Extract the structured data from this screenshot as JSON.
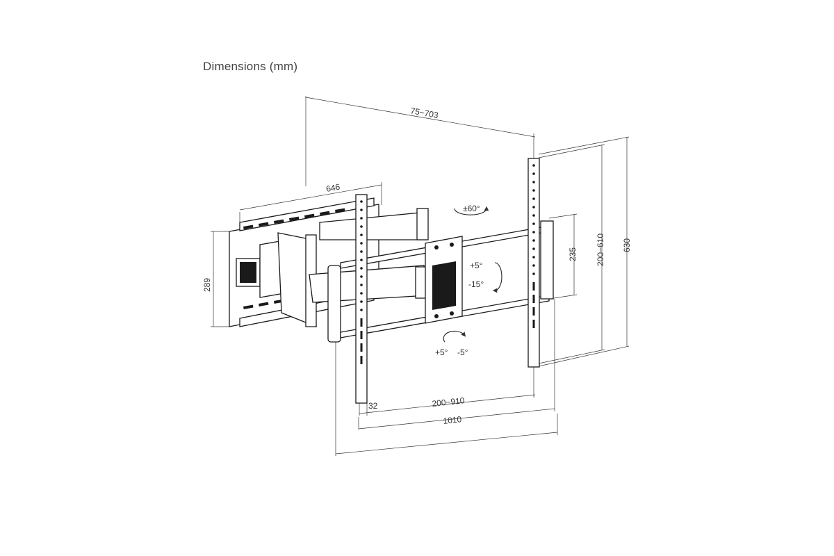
{
  "title": "Dimensions (mm)",
  "dimensions": {
    "arm_extension": "75~703",
    "wall_plate_width": "646",
    "wall_plate_height": "289",
    "rail_spacing": "235",
    "vesa_vertical": "200~610",
    "overall_height": "630",
    "bracket_width": "32",
    "vesa_horizontal": "200~910",
    "overall_width": "1010"
  },
  "angles": {
    "swivel": "±60°",
    "tilt_up": "+5°",
    "tilt_down": "-15°",
    "level_plus": "+5°",
    "level_minus": "-5°"
  },
  "colors": {
    "line": "#222222",
    "text": "#333333",
    "title": "#444444"
  }
}
